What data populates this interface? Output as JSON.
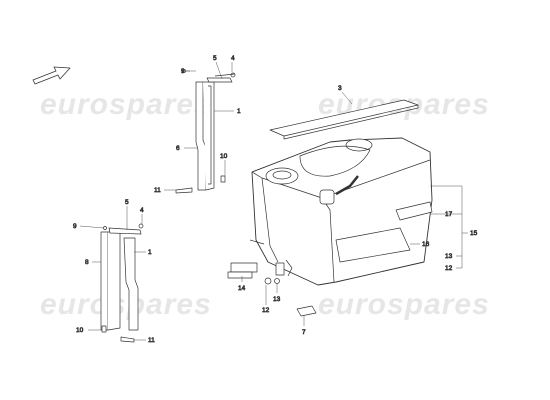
{
  "watermark": "eurospares",
  "callouts": {
    "c1a": "1",
    "c1b": "1",
    "c3": "3",
    "c4a": "4",
    "c4b": "4",
    "c5a": "5",
    "c5b": "5",
    "c6": "6",
    "c7": "7",
    "c8": "8",
    "c9a": "9",
    "c9b": "9",
    "c10a": "10",
    "c10b": "10",
    "c11a": "11",
    "c11b": "11",
    "c12a": "12",
    "c12b": "12",
    "c13a": "13",
    "c13b": "13",
    "c14": "14",
    "c15": "15",
    "c16": "16",
    "c17": "17"
  },
  "icons": {
    "direction": "arrow-up-right-icon"
  }
}
